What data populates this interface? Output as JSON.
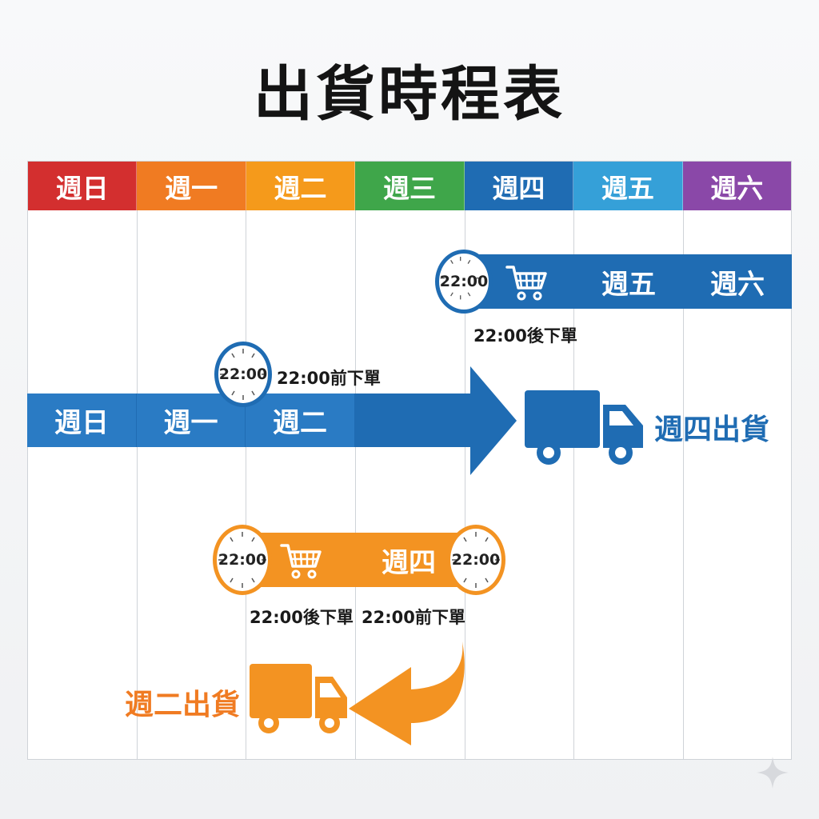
{
  "title": "出貨時程表",
  "days": [
    {
      "label": "週日",
      "color": "#d32f2f"
    },
    {
      "label": "週一",
      "color": "#f07b22"
    },
    {
      "label": "週二",
      "color": "#f59a1b"
    },
    {
      "label": "週三",
      "color": "#3fa64a"
    },
    {
      "label": "週四",
      "color": "#1f6cb3"
    },
    {
      "label": "週五",
      "color": "#35a0d8"
    },
    {
      "label": "週六",
      "color": "#8a48a8"
    }
  ],
  "thursday_route": {
    "band_days": [
      "週日",
      "週一",
      "週二"
    ],
    "clock_time": "22:00",
    "caption": "22:00前下單",
    "ship_label": "週四出貨",
    "color": "#1f6cb3"
  },
  "weekend_route": {
    "clock_time": "22:00",
    "caption": "22:00後下單",
    "band_days": [
      "週五",
      "週六"
    ],
    "color": "#1f6cb3"
  },
  "tuesday_route": {
    "start_clock_time": "22:00",
    "start_caption": "22:00後下單",
    "band_day": "週四",
    "end_clock_time": "22:00",
    "end_caption": "22:00前下單",
    "ship_label": "週二出貨",
    "color": "#f39322"
  },
  "icons": {
    "cart": "shopping-cart-icon",
    "truck": "delivery-truck-icon",
    "clock": "clock-icon",
    "arrow": "arrow-icon",
    "sparkle": "sparkle-icon"
  }
}
